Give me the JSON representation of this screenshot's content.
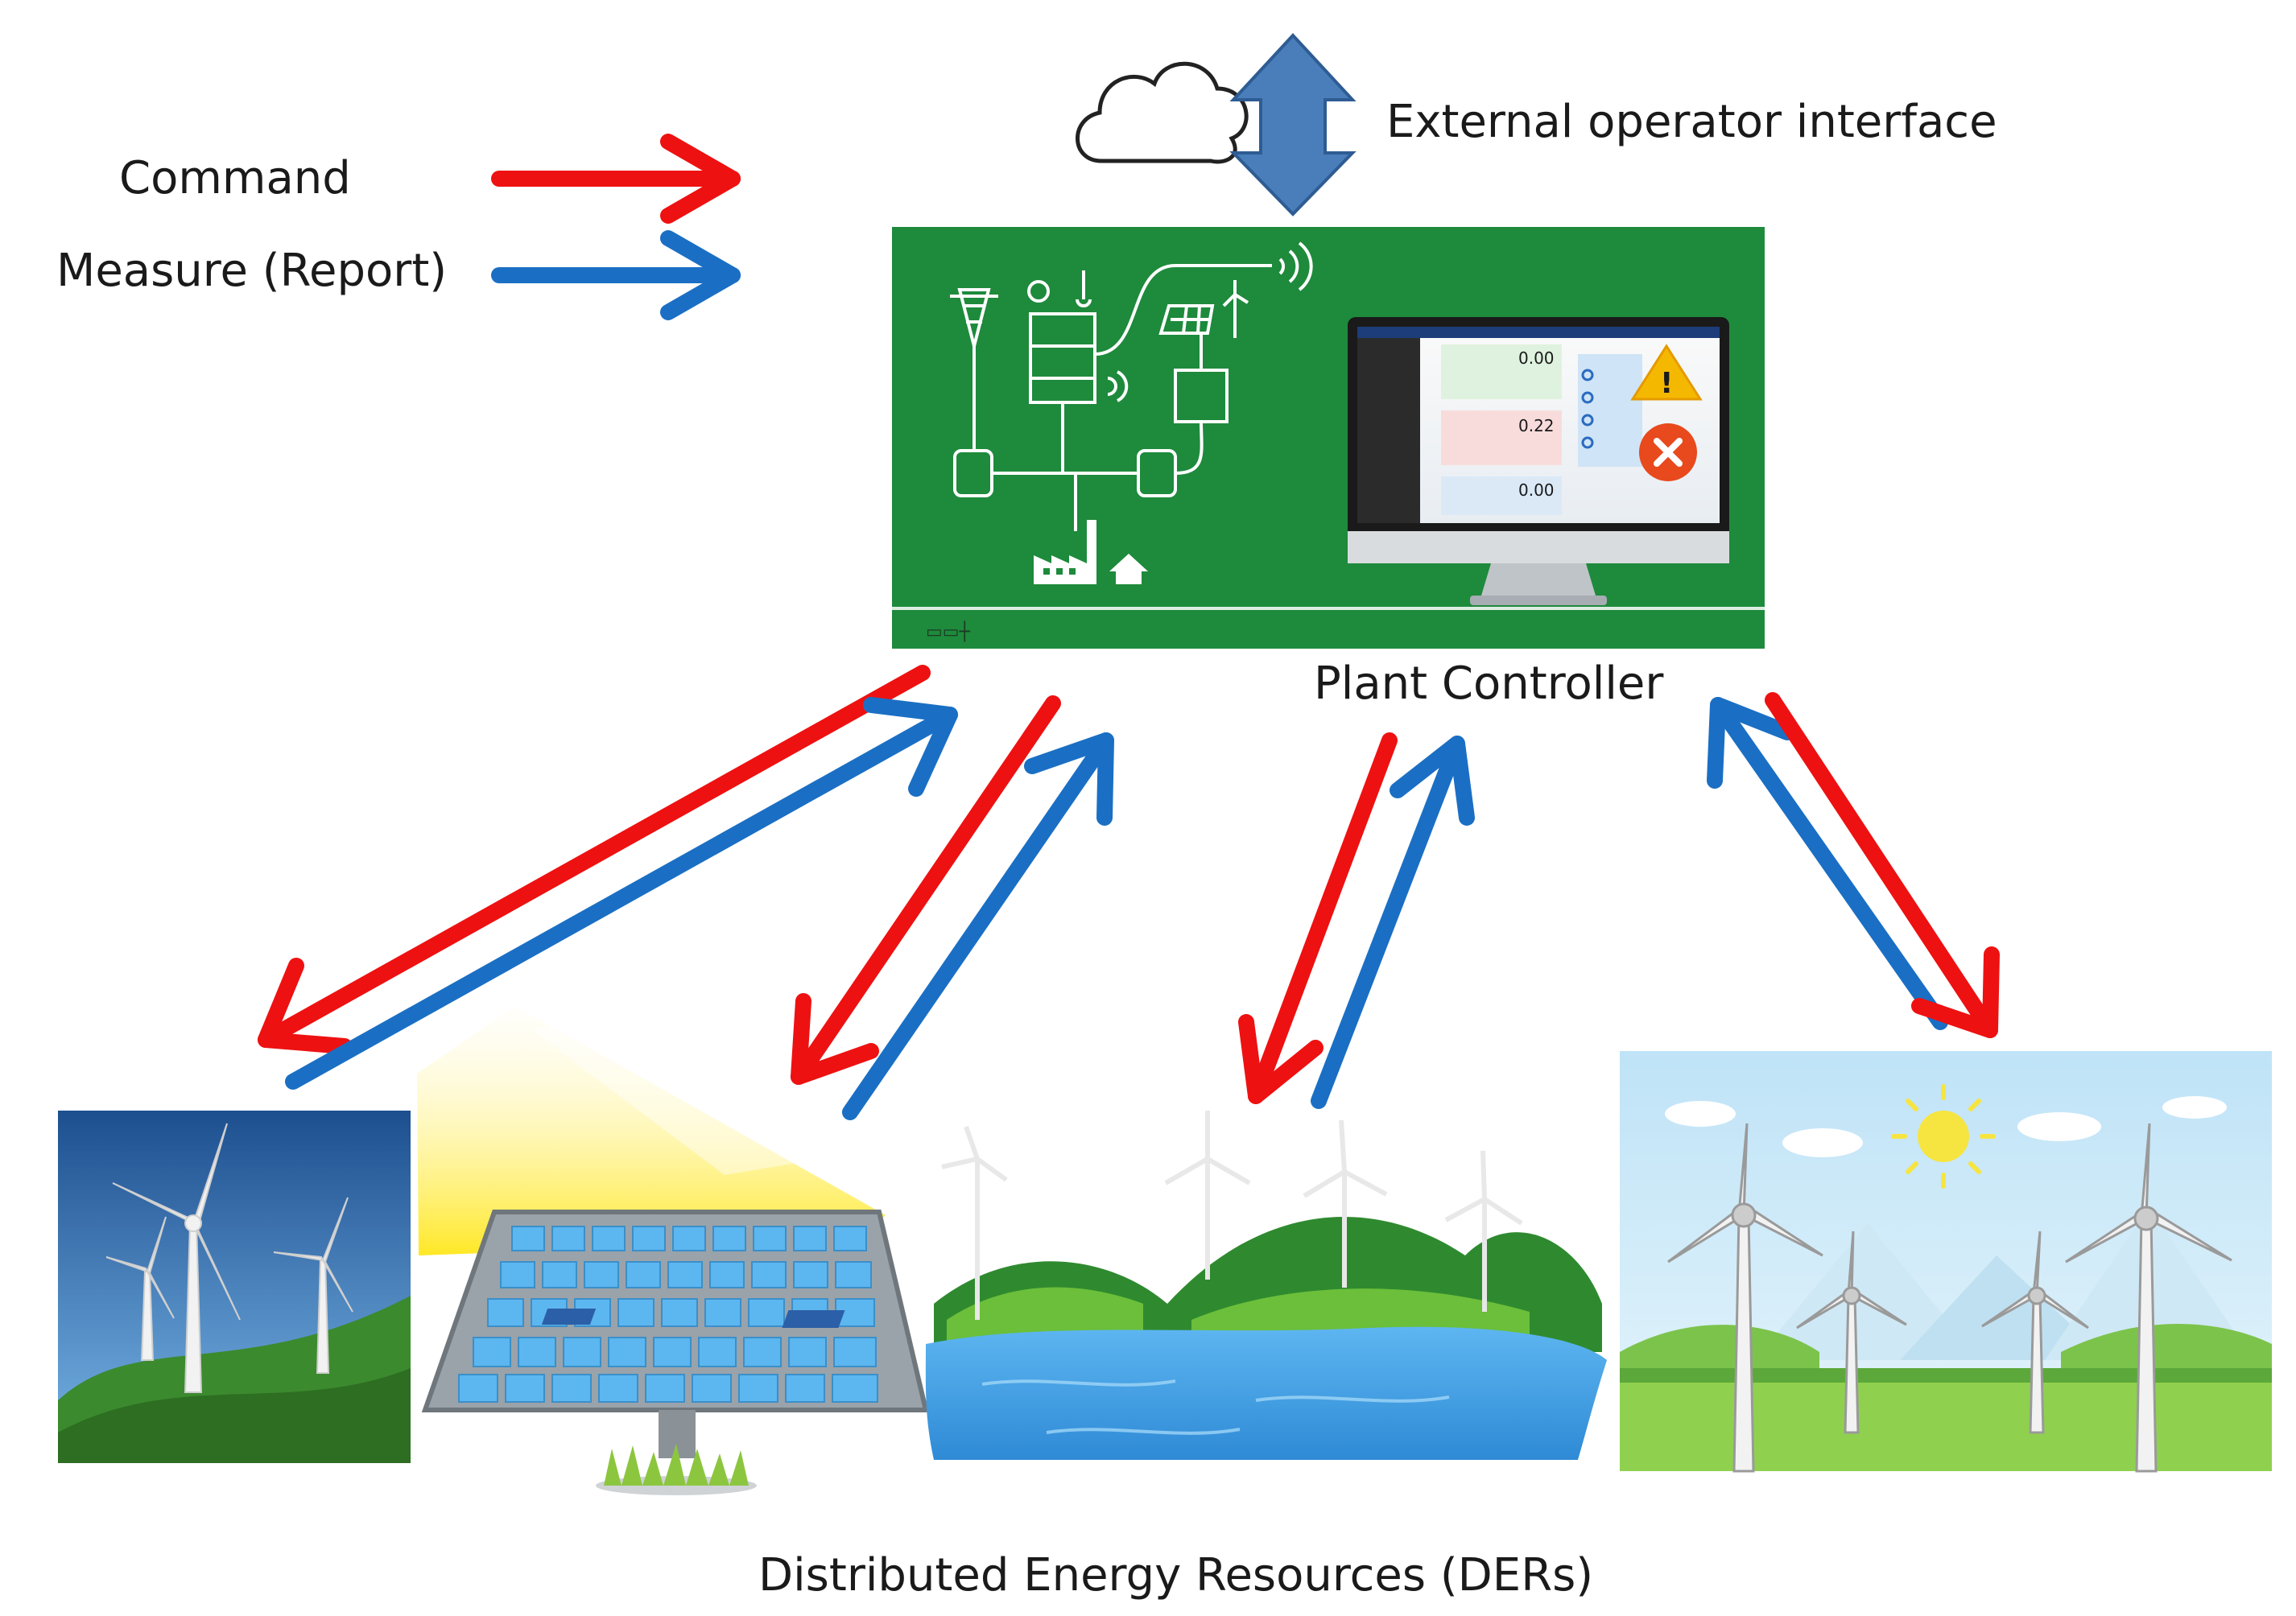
{
  "legend": {
    "command_label": "Command",
    "measure_label": "Measure (Report)"
  },
  "external": {
    "label": "External operator interface"
  },
  "controller": {
    "label": "Plant Controller",
    "screen_values": [
      "0.00",
      "0.22",
      "0.00"
    ]
  },
  "ders": {
    "label": "Distributed Energy Resources (DERs)"
  },
  "colors": {
    "command": "#ee1111",
    "measure": "#1a6fc4",
    "controller_panel": "#1e8a3c",
    "bidirectional_arrow": "#4a7ebb"
  }
}
